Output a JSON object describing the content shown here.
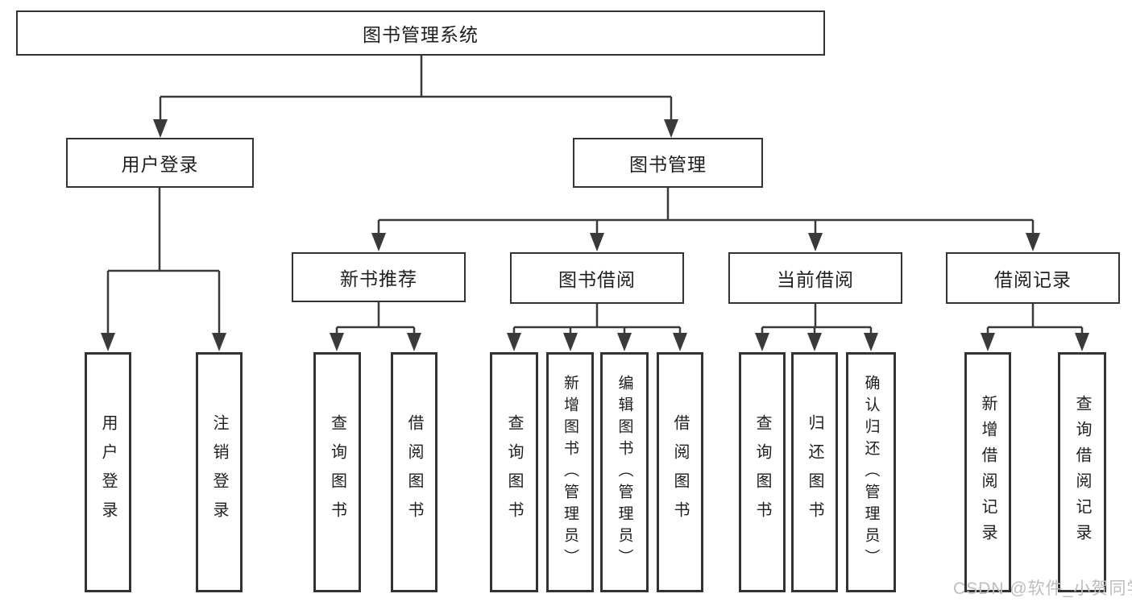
{
  "tree": {
    "root": {
      "label": "图书管理系统"
    },
    "level2": [
      {
        "label": "用户登录"
      },
      {
        "label": "图书管理"
      }
    ],
    "level3": [
      {
        "label": "新书推荐"
      },
      {
        "label": "图书借阅"
      },
      {
        "label": "当前借阅"
      },
      {
        "label": "借阅记录"
      }
    ],
    "leaves": {
      "user_login": [
        "用户登录",
        "注销登录"
      ],
      "new_book": [
        "查询图书",
        "借阅图书"
      ],
      "book_borrow": [
        "查询图书",
        "新增图书（管理员）",
        "编辑图书（管理员）",
        "借阅图书"
      ],
      "current_borrow": [
        "查询图书",
        "归还图书",
        "确认归还（管理员）"
      ],
      "records": [
        "新增借阅记录",
        "查询借阅记录"
      ]
    }
  },
  "watermark": {
    "text": "CSDN @软件_小贺同学"
  },
  "colors": {
    "line": "#3a3a3a",
    "box_border": "#333333",
    "text": "#1f1f1f",
    "background": "#ffffff",
    "watermark": "#bdbdbd"
  }
}
